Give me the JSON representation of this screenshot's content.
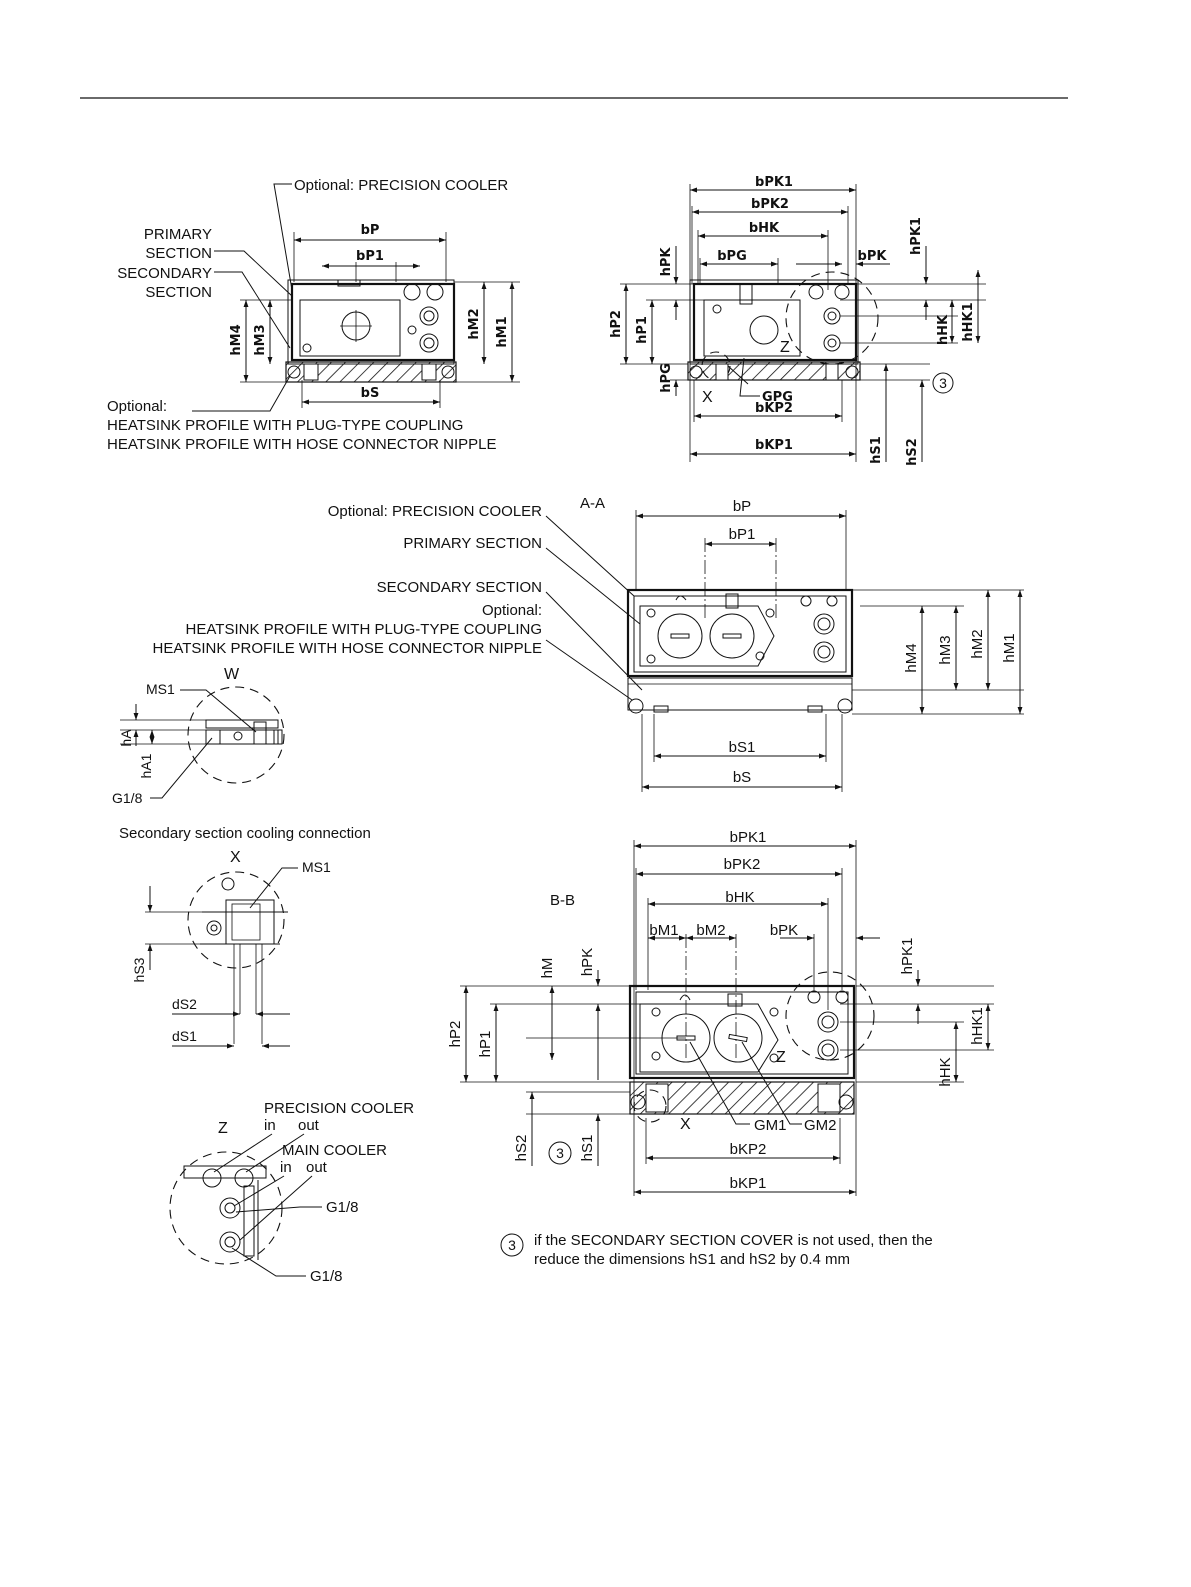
{
  "top_left": {
    "optional_precision_cooler": "Optional: PRECISION COOLER",
    "primary_section": [
      "PRIMARY",
      "SECTION"
    ],
    "secondary_section": [
      "SECONDARY",
      "SECTION"
    ],
    "optional": "Optional:",
    "heatsink_plug": "HEATSINK PROFILE WITH PLUG-TYPE COUPLING",
    "heatsink_hose": "HEATSINK PROFILE WITH HOSE CONNECTOR NIPPLE",
    "dims": {
      "bP": "bP",
      "bP1": "bP1",
      "bS": "bS",
      "hM1": "hM1",
      "hM2": "hM2",
      "hM3": "hM3",
      "hM4": "hM4"
    }
  },
  "top_right": {
    "dims": {
      "bPK1": "bPK1",
      "bPK2": "bPK2",
      "bHK": "bHK",
      "bPG": "bPG",
      "bPK": "bPK",
      "hPK": "hPK",
      "hPK1": "hPK1",
      "hP2": "hP2",
      "hP1": "hP1",
      "hPG": "hPG",
      "hHK": "hHK",
      "hHK1": "hHK1",
      "X": "X",
      "Z": "Z",
      "GPG": "GPG",
      "bKP2": "bKP2",
      "bKP1": "bKP1",
      "hS1": "hS1",
      "hS2": "hS2",
      "note_ref": "3"
    }
  },
  "section_aa": {
    "title": "A-A",
    "optional_precision_cooler": "Optional: PRECISION COOLER",
    "primary_section": "PRIMARY SECTION",
    "secondary_section": "SECONDARY SECTION",
    "optional": "Optional:",
    "heatsink_plug": "HEATSINK PROFILE WITH PLUG-TYPE COUPLING",
    "heatsink_hose": "HEATSINK PROFILE WITH HOSE CONNECTOR NIPPLE",
    "dims": {
      "bP": "bP",
      "bP1": "bP1",
      "bS1": "bS1",
      "bS": "bS",
      "hM4": "hM4",
      "hM3": "hM3",
      "hM2": "hM2",
      "hM1": "hM1"
    }
  },
  "detail_w": {
    "title": "W",
    "ms1": "MS1",
    "hA": "hA",
    "hA1": "hA1",
    "g18": "G1/8"
  },
  "detail_x": {
    "caption": "Secondary section cooling connection",
    "title": "X",
    "ms1": "MS1",
    "hS3": "hS3",
    "dS2": "dS2",
    "dS1": "dS1"
  },
  "detail_z": {
    "title": "Z",
    "precision_cooler": "PRECISION COOLER",
    "pc_in": "in",
    "pc_out": "out",
    "main_cooler": "MAIN COOLER",
    "mc_in": "in",
    "mc_out": "out",
    "g18_a": "G1/8",
    "g18_b": "G1/8"
  },
  "section_bb": {
    "title": "B-B",
    "dims": {
      "bPK1": "bPK1",
      "bPK2": "bPK2",
      "bHK": "bHK",
      "bM1": "bM1",
      "bM2": "bM2",
      "bPK": "bPK",
      "hM": "hM",
      "hPK": "hPK",
      "hPK1": "hPK1",
      "hP2": "hP2",
      "hP1": "hP1",
      "hHK1": "hHK1",
      "hHK": "hHK",
      "Z": "Z",
      "X": "X",
      "GM1": "GM1",
      "GM2": "GM2",
      "hS2": "hS2",
      "hS1": "hS1",
      "note_ref": "3",
      "bKP2": "bKP2",
      "bKP1": "bKP1"
    }
  },
  "footnote": {
    "number": "3",
    "line1": "if the SECONDARY SECTION COVER is not used, then the",
    "line2": "reduce the dimensions hS1 and hS2 by 0.4 mm"
  }
}
